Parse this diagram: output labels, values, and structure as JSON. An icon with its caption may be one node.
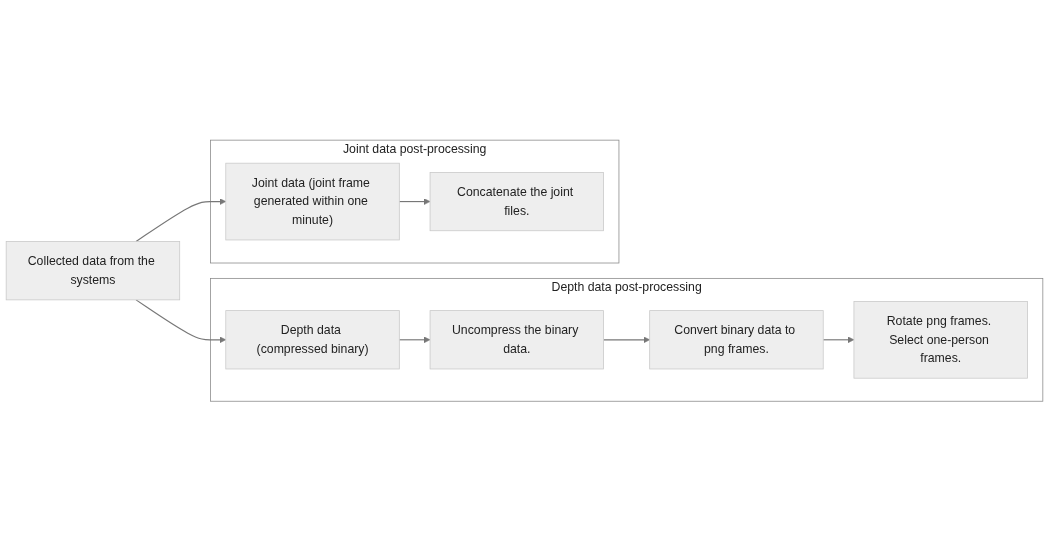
{
  "diagram": {
    "nodes": [
      {
        "text": [
          "Depth data post-processing"
        ]
      },
      {
        "text": [
          "Depth data (compressed binary)"
        ],
        "in": 0
      },
      {
        "text": [
          "Uncompress the binary data."
        ],
        "in": 0
      },
      {
        "text": [
          "Convert binary data to png frames."
        ],
        "in": 0
      },
      {
        "text": [
          "Rotate png frames. Select one-person frames."
        ],
        "in": 0
      },
      {
        "text": [
          "Collected data from the systems"
        ]
      },
      {
        "text": [
          "Joint data post-processing"
        ]
      },
      {
        "text": [
          "Joint data (joint frame generated within one minute)"
        ],
        "in": 6
      },
      {
        "text": [
          "Concatenate the joint files."
        ],
        "in": 6
      }
    ],
    "edges": [
      {
        "from": 5,
        "to": 1,
        "arrow": "to"
      },
      {
        "from": 5,
        "to": 7,
        "arrow": "to"
      },
      {
        "from": 1,
        "to": 2,
        "arrow": "to"
      },
      {
        "from": 2,
        "to": 3,
        "arrow": "to"
      },
      {
        "from": 3,
        "to": 4,
        "arrow": "to"
      },
      {
        "from": 7,
        "to": 8,
        "arrow": "to"
      }
    ]
  }
}
